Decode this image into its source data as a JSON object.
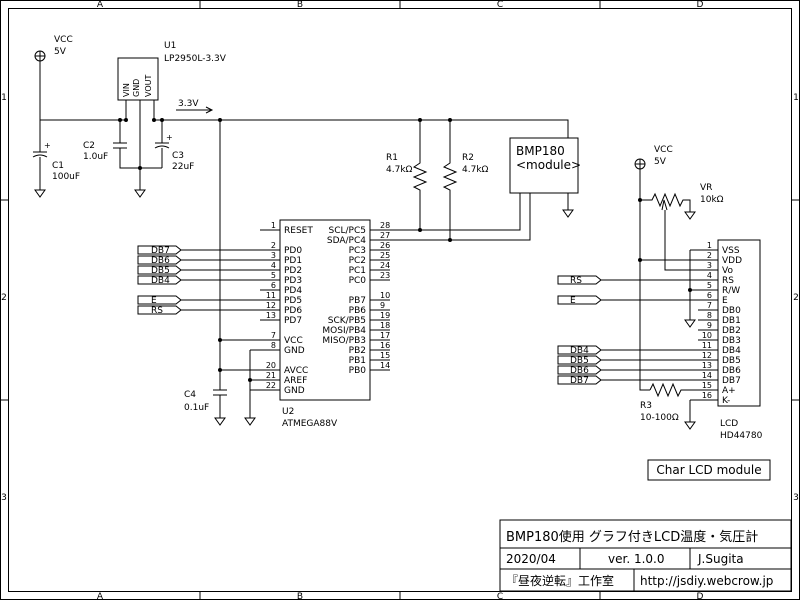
{
  "frame": {
    "cols": [
      "A",
      "B",
      "C",
      "D"
    ],
    "rows": [
      "1",
      "2",
      "3"
    ]
  },
  "power": {
    "vcc_label": "VCC",
    "vcc_value": "5V",
    "rail_33": "3.3V"
  },
  "u1": {
    "ref": "U1",
    "part": "LP2950L-3.3V",
    "pins": [
      "VIN",
      "GND",
      "VOUT"
    ]
  },
  "caps": {
    "c1_ref": "C1",
    "c1_val": "100uF",
    "c2_ref": "C2",
    "c2_val": "1.0uF",
    "c3_ref": "C3",
    "c3_val": "22uF",
    "c4_ref": "C4",
    "c4_val": "0.1uF"
  },
  "resistors": {
    "r1_ref": "R1",
    "r1_val": "4.7kΩ",
    "r2_ref": "R2",
    "r2_val": "4.7kΩ",
    "r3_ref": "R3",
    "r3_val": "10-100Ω",
    "vr_ref": "VR",
    "vr_val": "10kΩ"
  },
  "bmp": {
    "name": "BMP180",
    "sub": "<module>"
  },
  "mcu": {
    "ref": "U2",
    "part": "ATMEGA88V",
    "left_pins": [
      {
        "num": "1",
        "name": "RESET"
      },
      {
        "num": "2",
        "name": "PD0"
      },
      {
        "num": "3",
        "name": "PD1"
      },
      {
        "num": "4",
        "name": "PD2"
      },
      {
        "num": "5",
        "name": "PD3"
      },
      {
        "num": "6",
        "name": "PD4"
      },
      {
        "num": "11",
        "name": "PD5"
      },
      {
        "num": "12",
        "name": "PD6"
      },
      {
        "num": "13",
        "name": "PD7"
      },
      {
        "num": "7",
        "name": "VCC"
      },
      {
        "num": "8",
        "name": "GND"
      },
      {
        "num": "20",
        "name": "AVCC"
      },
      {
        "num": "21",
        "name": "AREF"
      },
      {
        "num": "22",
        "name": "GND"
      }
    ],
    "right_pins": [
      {
        "num": "28",
        "name": "SCL/PC5"
      },
      {
        "num": "27",
        "name": "SDA/PC4"
      },
      {
        "num": "26",
        "name": "PC3"
      },
      {
        "num": "25",
        "name": "PC2"
      },
      {
        "num": "24",
        "name": "PC1"
      },
      {
        "num": "23",
        "name": "PC0"
      },
      {
        "num": "10",
        "name": "PB7"
      },
      {
        "num": "9",
        "name": "PB6"
      },
      {
        "num": "19",
        "name": "SCK/PB5"
      },
      {
        "num": "18",
        "name": "MOSI/PB4"
      },
      {
        "num": "17",
        "name": "MISO/PB3"
      },
      {
        "num": "16",
        "name": "PB2"
      },
      {
        "num": "15",
        "name": "PB1"
      },
      {
        "num": "14",
        "name": "PB0"
      }
    ]
  },
  "nets_left": [
    "DB7",
    "DB6",
    "DB5",
    "DB4",
    "E",
    "RS"
  ],
  "nets_lcd": [
    "RS",
    "E",
    "DB4",
    "DB5",
    "DB6",
    "DB7"
  ],
  "lcd": {
    "ref": "LCD",
    "part": "HD44780",
    "pins": [
      {
        "num": "1",
        "name": "VSS"
      },
      {
        "num": "2",
        "name": "VDD"
      },
      {
        "num": "3",
        "name": "Vo"
      },
      {
        "num": "4",
        "name": "RS"
      },
      {
        "num": "5",
        "name": "R/W"
      },
      {
        "num": "6",
        "name": "E"
      },
      {
        "num": "7",
        "name": "DB0"
      },
      {
        "num": "8",
        "name": "DB1"
      },
      {
        "num": "9",
        "name": "DB2"
      },
      {
        "num": "10",
        "name": "DB3"
      },
      {
        "num": "11",
        "name": "DB4"
      },
      {
        "num": "12",
        "name": "DB5"
      },
      {
        "num": "13",
        "name": "DB6"
      },
      {
        "num": "14",
        "name": "DB7"
      },
      {
        "num": "15",
        "name": "A+"
      },
      {
        "num": "16",
        "name": "K-"
      }
    ],
    "module_label": "Char LCD module"
  },
  "title_block": {
    "title": "BMP180使用 グラフ付きLCD温度・気圧計",
    "date": "2020/04",
    "version": "ver. 1.0.0",
    "author": "J.Sugita",
    "org": "『昼夜逆転』工作室",
    "url": "http://jsdiy.webcrow.jp"
  }
}
